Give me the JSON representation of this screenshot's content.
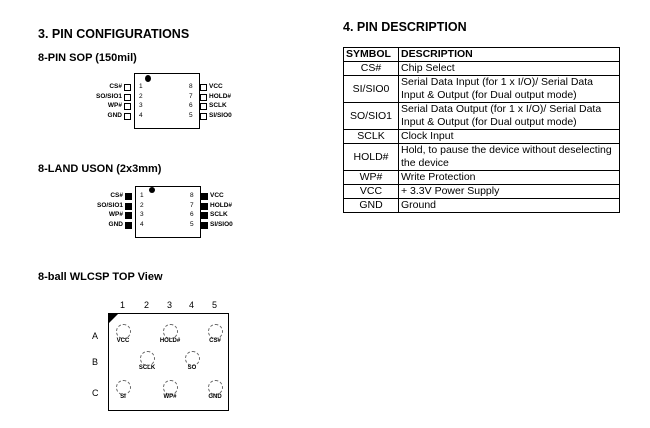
{
  "left": {
    "title": "3. PIN CONFIGURATIONS",
    "sop": {
      "title": "8-PIN SOP (150mil)",
      "left_pins": [
        {
          "name": "CS#",
          "num": "1"
        },
        {
          "name": "SO/SIO1",
          "num": "2"
        },
        {
          "name": "WP#",
          "num": "3"
        },
        {
          "name": "GND",
          "num": "4"
        }
      ],
      "right_pins": [
        {
          "name": "VCC",
          "num": "8"
        },
        {
          "name": "HOLD#",
          "num": "7"
        },
        {
          "name": "SCLK",
          "num": "6"
        },
        {
          "name": "SI/SIO0",
          "num": "5"
        }
      ]
    },
    "uson": {
      "title": "8-LAND USON (2x3mm)",
      "left_pins": [
        {
          "name": "CS#",
          "num": "1"
        },
        {
          "name": "SO/SIO1",
          "num": "2"
        },
        {
          "name": "WP#",
          "num": "3"
        },
        {
          "name": "GND",
          "num": "4"
        }
      ],
      "right_pins": [
        {
          "name": "VCC",
          "num": "8"
        },
        {
          "name": "HOLD#",
          "num": "7"
        },
        {
          "name": "SCLK",
          "num": "6"
        },
        {
          "name": "SI/SIO0",
          "num": "5"
        }
      ]
    },
    "wlcsp": {
      "title": "8-ball WLCSP TOP View",
      "cols": [
        "1",
        "2",
        "3",
        "4",
        "5"
      ],
      "rows": [
        "A",
        "B",
        "C"
      ],
      "balls": [
        {
          "label": "VCC",
          "row": 0,
          "col": 0
        },
        {
          "label": "HOLD#",
          "row": 0,
          "col": 2
        },
        {
          "label": "CS#",
          "row": 0,
          "col": 4
        },
        {
          "label": "SCLK",
          "row": 1,
          "col": 1
        },
        {
          "label": "SO",
          "row": 1,
          "col": 3
        },
        {
          "label": "SI",
          "row": 2,
          "col": 0
        },
        {
          "label": "WP#",
          "row": 2,
          "col": 2
        },
        {
          "label": "GND",
          "row": 2,
          "col": 4
        }
      ]
    }
  },
  "right": {
    "title": "4. PIN DESCRIPTION",
    "headers": [
      "SYMBOL",
      "DESCRIPTION"
    ],
    "rows": [
      [
        "CS#",
        "Chip Select"
      ],
      [
        "SI/SIO0",
        "Serial Data Input (for 1 x I/O)/ Serial Data Input & Output (for Dual output mode)"
      ],
      [
        "SO/SIO1",
        "Serial Data Output (for 1 x I/O)/ Serial Data Input & Output (for Dual output mode)"
      ],
      [
        "SCLK",
        "Clock Input"
      ],
      [
        "HOLD#",
        "Hold, to pause the device without deselecting the device"
      ],
      [
        "WP#",
        "Write Protection"
      ],
      [
        "VCC",
        "+ 3.3V Power Supply"
      ],
      [
        "GND",
        "Ground"
      ]
    ]
  }
}
